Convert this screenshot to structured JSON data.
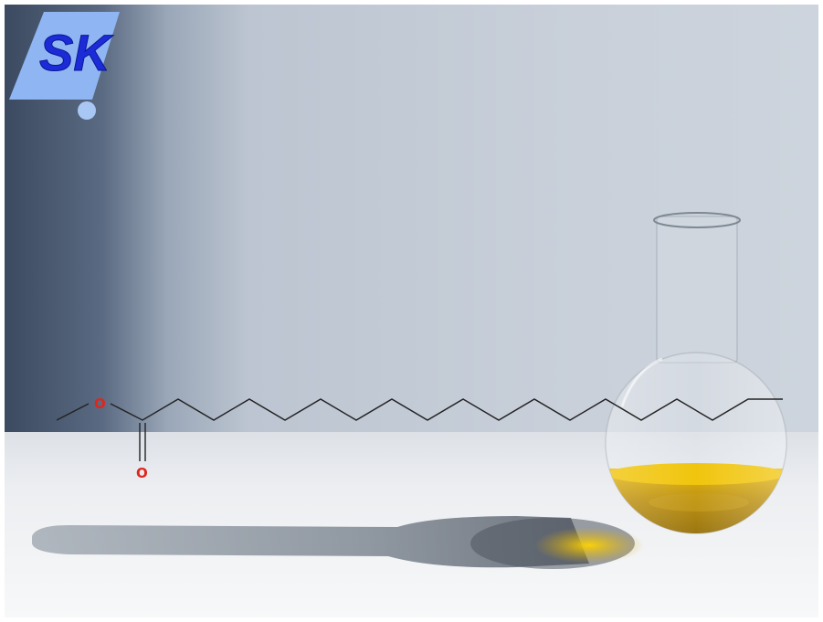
{
  "logo": {
    "text": "SK",
    "colors": {
      "banner": "#8fb6f2",
      "text": "#1c2bd8",
      "dot": "#a9c7f5"
    }
  },
  "molecule": {
    "atom_labels": [
      "O",
      "O"
    ],
    "colors": {
      "bond": "#222222",
      "oxygen": "#e0261c"
    }
  },
  "scene": {
    "colors": {
      "wall": "#c5ccd6",
      "wall_shadow": "#3f4d63",
      "table": "#eef0f3",
      "liquid": "#c99b06",
      "liquid_highlight": "#f3c500"
    }
  }
}
